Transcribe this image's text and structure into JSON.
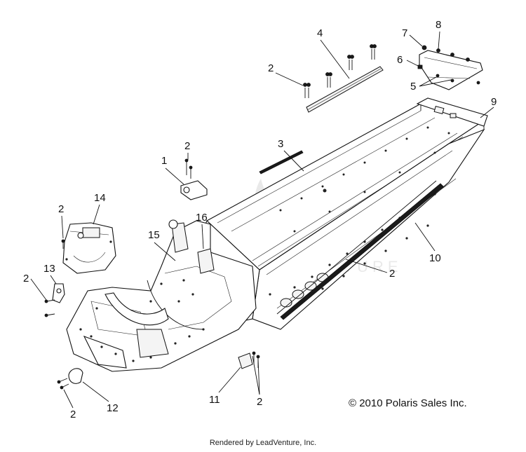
{
  "diagram": {
    "callouts": [
      {
        "id": "c1",
        "label": "1"
      },
      {
        "id": "c2a",
        "label": "2"
      },
      {
        "id": "c2b",
        "label": "2"
      },
      {
        "id": "c2c",
        "label": "2"
      },
      {
        "id": "c2d",
        "label": "2"
      },
      {
        "id": "c2e",
        "label": "2"
      },
      {
        "id": "c2f",
        "label": "2"
      },
      {
        "id": "c2g",
        "label": "2"
      },
      {
        "id": "c3",
        "label": "3"
      },
      {
        "id": "c4",
        "label": "4"
      },
      {
        "id": "c5",
        "label": "5"
      },
      {
        "id": "c6",
        "label": "6"
      },
      {
        "id": "c7",
        "label": "7"
      },
      {
        "id": "c8",
        "label": "8"
      },
      {
        "id": "c9",
        "label": "9"
      },
      {
        "id": "c10",
        "label": "10"
      },
      {
        "id": "c11",
        "label": "11"
      },
      {
        "id": "c12",
        "label": "12"
      },
      {
        "id": "c13",
        "label": "13"
      },
      {
        "id": "c14",
        "label": "14"
      },
      {
        "id": "c15",
        "label": "15"
      },
      {
        "id": "c16",
        "label": "16"
      }
    ],
    "copyright": "© 2010 Polaris Sales Inc.",
    "footer": "Rendered by LeadVenture, Inc."
  }
}
